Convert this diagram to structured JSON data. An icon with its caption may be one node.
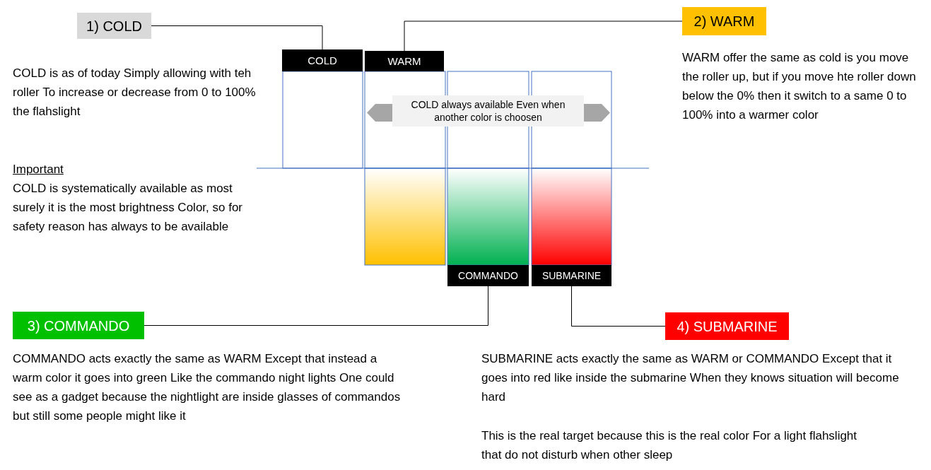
{
  "diagram": {
    "nodes": [
      {
        "text": [
          "1) COLD"
        ]
      },
      {
        "text": [
          "2) WARM"
        ]
      },
      {
        "text": [
          "3) COMMANDO"
        ]
      },
      {
        "text": [
          "4) SUBMARINE"
        ]
      },
      {
        "text": [
          "COLD"
        ]
      },
      {
        "text": [
          "WARM"
        ]
      },
      {
        "text": [
          "COMMANDO"
        ]
      },
      {
        "text": [
          "SUBMARINE"
        ]
      },
      {
        "text": [
          "COLD always available Even when another color is choosen"
        ]
      }
    ],
    "edges": [
      {
        "from": 0,
        "to": 4,
        "arrow": "none"
      },
      {
        "from": 1,
        "to": 5,
        "arrow": "none"
      },
      {
        "from": 2,
        "to": 6,
        "arrow": "none"
      },
      {
        "from": 3,
        "to": 7,
        "arrow": "none"
      }
    ],
    "labels": [
      "COLD is as of today Simply allowing with teh roller To increase or decrease from 0 to 100% the flahslight",
      "Important",
      "COLD is systematically available as most surely it is the most brightness Color, so for safety reason has always to be available",
      "WARM offer the same as cold is you move the roller up, but if you move hte roller down below the 0% then it switch to a same 0 to 100% into a warmer color",
      "COMMANDO acts exactly the same as WARM Except that instead a warm color it goes into green Like the commando night lights One could see as a gadget because the nightlight are inside glasses of commandos but still some people might like it",
      "SUBMARINE acts exactly the same as WARM or COMMANDO Except that it goes into red like inside the submarine When they knows situation will become hard",
      "This is the real target because this is the real color For a light flahslight that do not disturb when other sleep"
    ]
  }
}
